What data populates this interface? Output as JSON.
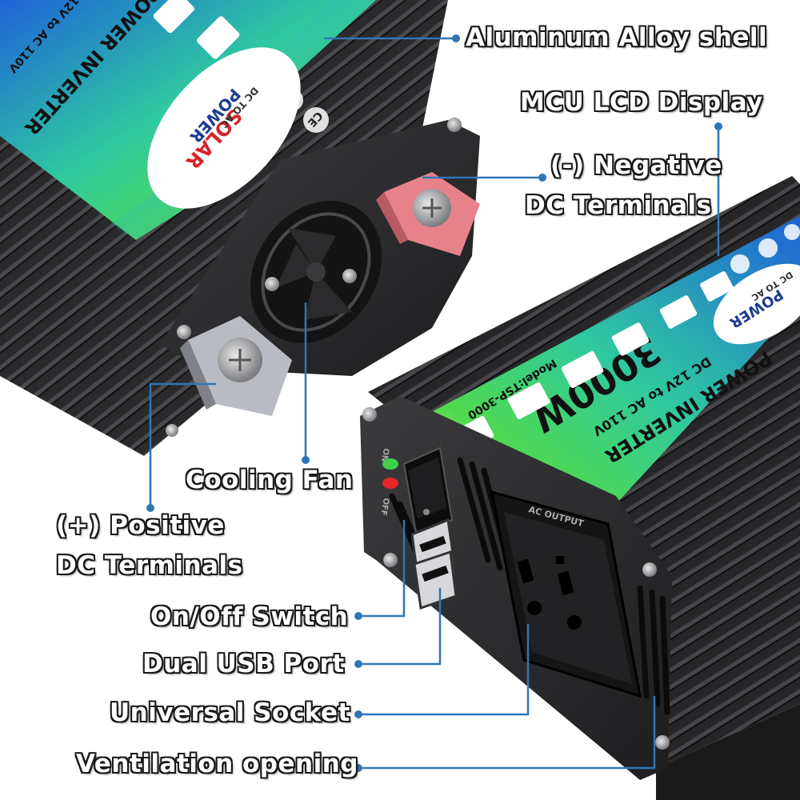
{
  "product": {
    "brand_line1": "SOLAR",
    "brand_line2": "POWER",
    "brand_sub": "DC TO AC",
    "title": "POWER INVERTER",
    "spec": "DC 12V to AC 110V",
    "wattage": "3000W",
    "model": "Model:TSP-3000",
    "cert_mark": "CE",
    "panel_output_label": "AC OUTPUT",
    "switch_on_label": "ON",
    "switch_off_label": "OFF"
  },
  "callouts": {
    "aluminum_shell": "Aluminum Alloy shell",
    "lcd_display": "MCU LCD Display",
    "negative_line1": "(-) Negative",
    "negative_line2": "DC Terminals",
    "cooling_fan": "Cooling Fan",
    "positive_line1": "(+) Positive",
    "positive_line2": "DC Terminals",
    "on_off_switch": "On/Off Switch",
    "usb_port": "Dual USB Port",
    "universal_socket": "Universal Socket",
    "ventilation": "Ventilation opening"
  },
  "colors": {
    "leader_line": "#2f76b5",
    "housing": "#2b2b2d",
    "negative_terminal": "#e8828a",
    "positive_terminal": "#b8bcc2",
    "label_gradient_start": "#1e63d8",
    "label_gradient_mid": "#34d16a",
    "label_gradient_end": "#f0e43c"
  }
}
